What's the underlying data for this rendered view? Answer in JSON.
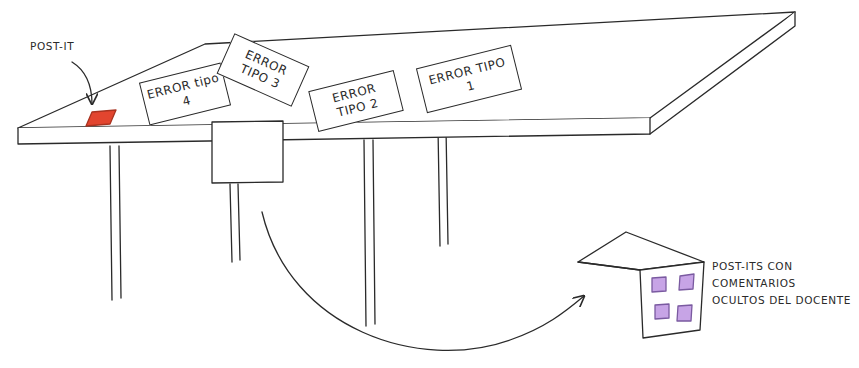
{
  "diagram": {
    "nodes": [
      {
        "text": [
          "ERROR tipo 4"
        ]
      },
      {
        "text": [
          "ERROR TIPO 3"
        ]
      },
      {
        "text": [
          "ERROR TIPO 2"
        ]
      },
      {
        "text": [
          "ERROR TIPO 1"
        ]
      }
    ],
    "labels": [
      "POST-IT",
      "POST-ITS CON COMENTARIOS OCULTOS DEL DOCENTE"
    ]
  }
}
